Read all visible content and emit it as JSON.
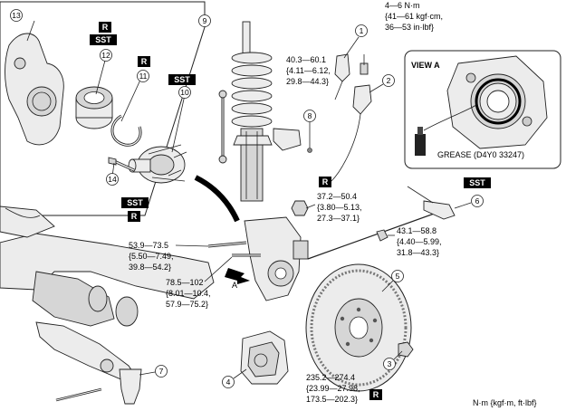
{
  "callouts": {
    "c1": "1",
    "c2": "2",
    "c3": "3",
    "c4": "4",
    "c5": "5",
    "c6": "6",
    "c7": "7",
    "c8": "8",
    "c9": "9",
    "c10": "10",
    "c11": "11",
    "c12": "12",
    "c13": "13",
    "c14": "14"
  },
  "badges": {
    "r": "R",
    "sst": "SST"
  },
  "torques": {
    "t1": [
      "4—6 N·m",
      "{41—61 kgf·cm,",
      "36—53 in·lbf}"
    ],
    "t2": [
      "40.3—60.1",
      "{4.11—6.12,",
      "29.8—44.3}"
    ],
    "t3": [
      "37.2—50.4",
      "{3.80—5.13,",
      "27.3—37.1}"
    ],
    "t4": [
      "43.1—58.8",
      "{4.40—5.99,",
      "31.8—43.3}"
    ],
    "t5": [
      "53.9—73.5",
      "{5.50—7.49,",
      "39.8—54.2}"
    ],
    "t6": [
      "78.5—102",
      "{8.01—10.4,",
      "57.9—75.2}"
    ],
    "t7": [
      "235.2—274.4",
      "{23.99—27.98,",
      "173.5—202.3}"
    ]
  },
  "view_a": {
    "title": "VIEW A",
    "grease": "GREASE (D4Y0 33247)"
  },
  "arrow_label": "A",
  "units_note": "N·m {kgf·m, ft·lbf}"
}
